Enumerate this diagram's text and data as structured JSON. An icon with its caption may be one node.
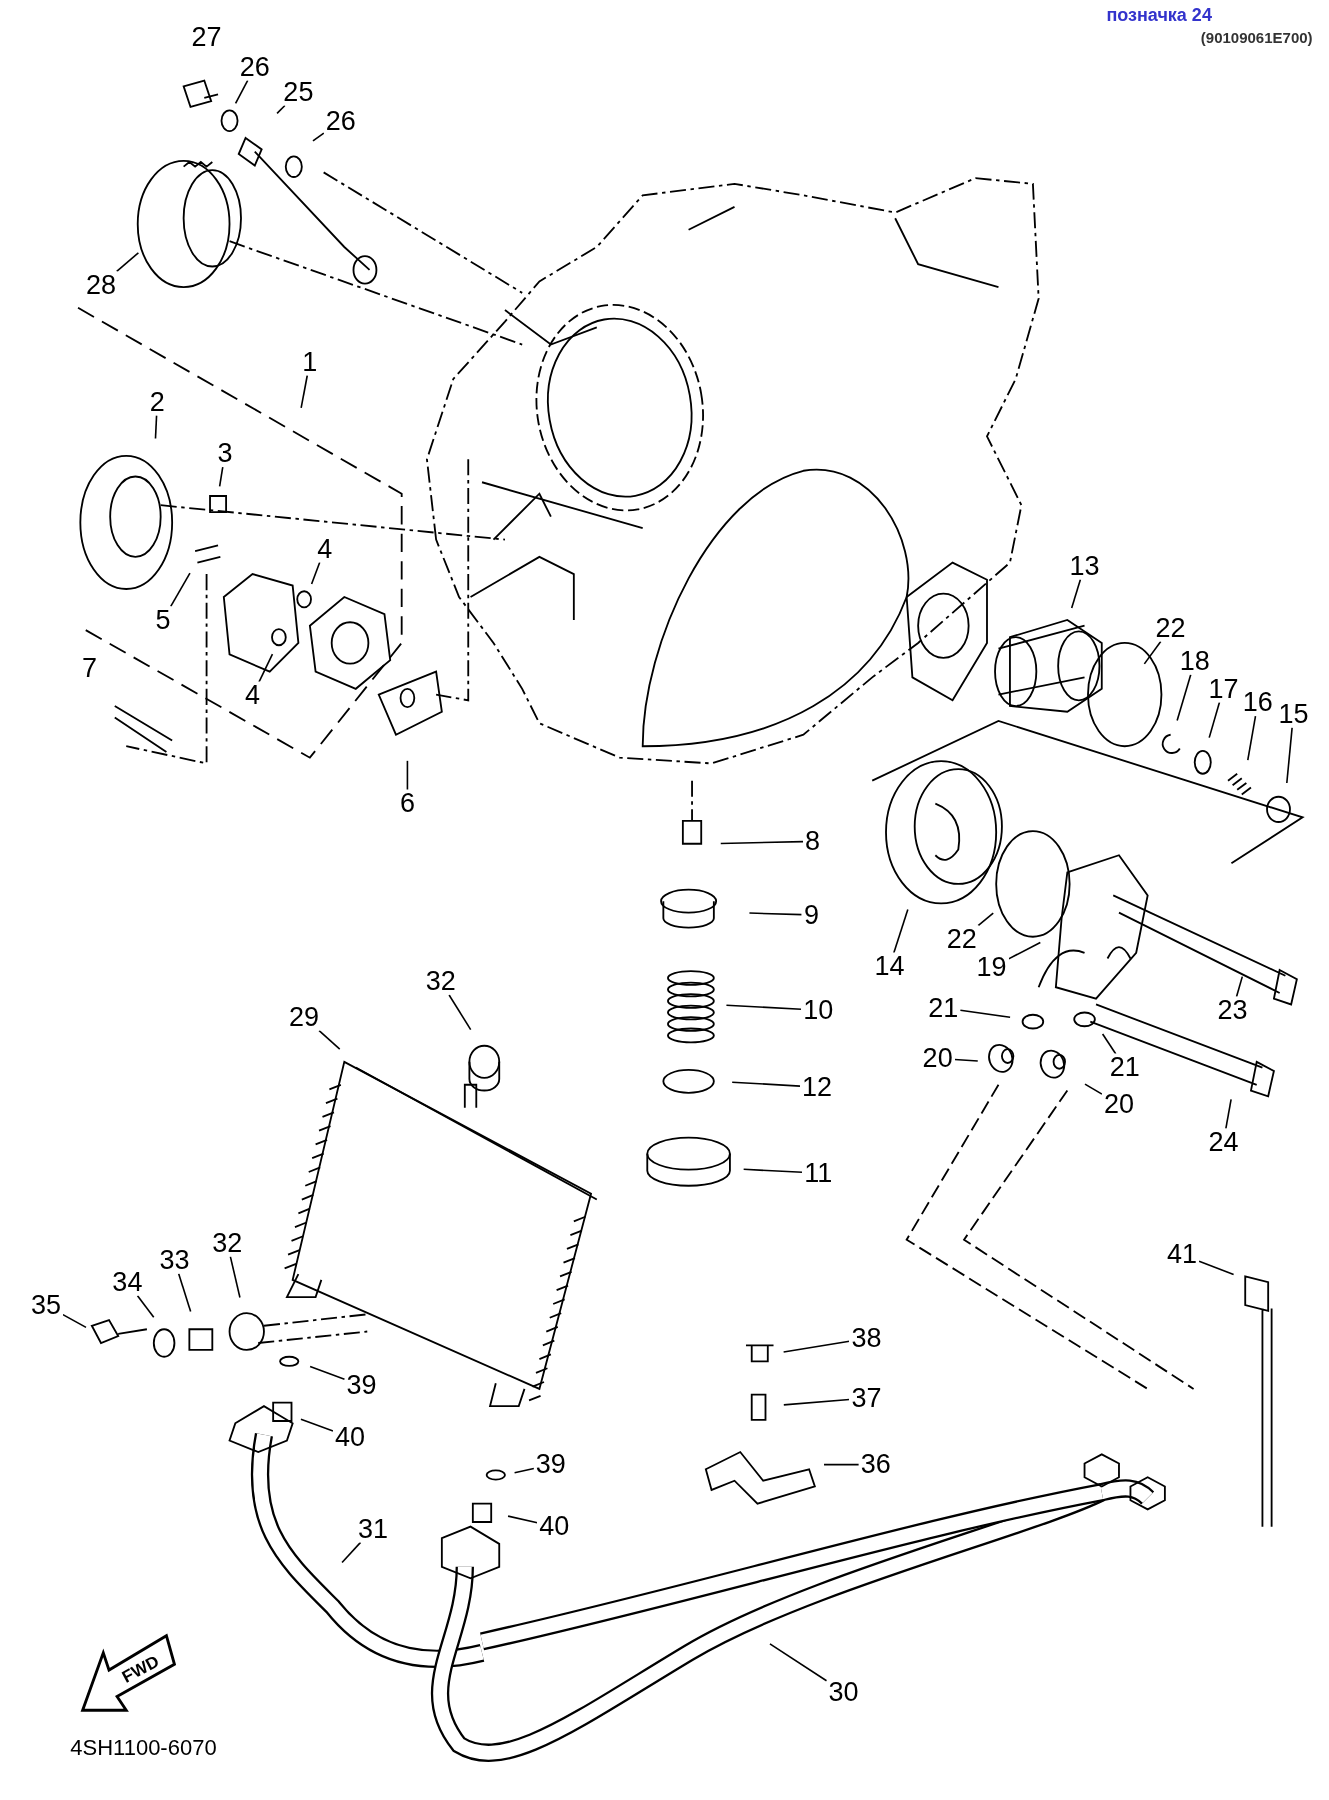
{
  "diagram": {
    "nodes": [
      {
        "text": [
          "26"
        ]
      },
      {
        "text": [
          "25"
        ]
      },
      {
        "text": [
          "26"
        ]
      },
      {
        "text": [
          "28"
        ]
      },
      {
        "text": [
          "1"
        ]
      },
      {
        "text": [
          "2"
        ]
      },
      {
        "text": [
          "3"
        ]
      },
      {
        "text": [
          "4"
        ]
      },
      {
        "text": [
          "5"
        ]
      },
      {
        "text": [
          "4"
        ]
      },
      {
        "text": [
          "6"
        ]
      },
      {
        "text": [
          "13"
        ]
      },
      {
        "text": [
          "22"
        ]
      },
      {
        "text": [
          "18"
        ]
      },
      {
        "text": [
          "17"
        ]
      },
      {
        "text": [
          "16"
        ]
      },
      {
        "text": [
          "15"
        ]
      },
      {
        "text": [
          "8"
        ]
      },
      {
        "text": [
          "9"
        ]
      },
      {
        "text": [
          "10"
        ]
      },
      {
        "text": [
          "12"
        ]
      },
      {
        "text": [
          "11"
        ]
      },
      {
        "text": [
          "14"
        ]
      },
      {
        "text": [
          "22"
        ]
      },
      {
        "text": [
          "19"
        ]
      },
      {
        "text": [
          "23"
        ]
      },
      {
        "text": [
          "21"
        ]
      },
      {
        "text": [
          "21"
        ]
      },
      {
        "text": [
          "20"
        ]
      },
      {
        "text": [
          "20"
        ]
      },
      {
        "text": [
          "24"
        ]
      },
      {
        "text": [
          "32"
        ]
      },
      {
        "text": [
          "29"
        ]
      },
      {
        "text": [
          "41"
        ]
      },
      {
        "text": [
          "35"
        ]
      },
      {
        "text": [
          "34"
        ]
      },
      {
        "text": [
          "33"
        ]
      },
      {
        "text": [
          "32"
        ]
      },
      {
        "text": [
          "39"
        ]
      },
      {
        "text": [
          "40"
        ]
      },
      {
        "text": [
          "38"
        ]
      },
      {
        "text": [
          "37"
        ]
      },
      {
        "text": [
          "36"
        ]
      },
      {
        "text": [
          "39"
        ]
      },
      {
        "text": [
          "40"
        ]
      },
      {
        "text": [
          "31"
        ]
      },
      {
        "text": [
          "30"
        ]
      }
    ],
    "edges": [
      {
        "from": 0,
        "to": null,
        "arrow": "none"
      },
      {
        "from": 1,
        "to": null,
        "arrow": "none"
      },
      {
        "from": 2,
        "to": null,
        "arrow": "none"
      },
      {
        "from": 3,
        "to": null,
        "arrow": "none"
      },
      {
        "from": 4,
        "to": null,
        "arrow": "none"
      },
      {
        "from": 5,
        "to": null,
        "arrow": "none"
      },
      {
        "from": 6,
        "to": null,
        "arrow": "none"
      },
      {
        "from": 7,
        "to": null,
        "arrow": "none"
      },
      {
        "from": 8,
        "to": null,
        "arrow": "none"
      },
      {
        "from": 9,
        "to": null,
        "arrow": "none"
      },
      {
        "from": 10,
        "to": null,
        "arrow": "none"
      },
      {
        "from": 11,
        "to": null,
        "arrow": "none"
      },
      {
        "from": 12,
        "to": null,
        "arrow": "none"
      },
      {
        "from": 13,
        "to": null,
        "arrow": "none"
      },
      {
        "from": 14,
        "to": null,
        "arrow": "none"
      },
      {
        "from": 15,
        "to": null,
        "arrow": "none"
      },
      {
        "from": 16,
        "to": null,
        "arrow": "none"
      },
      {
        "from": 17,
        "to": null,
        "arrow": "none"
      },
      {
        "from": 18,
        "to": null,
        "arrow": "none"
      },
      {
        "from": 19,
        "to": null,
        "arrow": "none"
      },
      {
        "from": 20,
        "to": null,
        "arrow": "none"
      },
      {
        "from": 21,
        "to": null,
        "arrow": "none"
      },
      {
        "from": 22,
        "to": null,
        "arrow": "none"
      },
      {
        "from": 23,
        "to": null,
        "arrow": "none"
      },
      {
        "from": 24,
        "to": null,
        "arrow": "none"
      },
      {
        "from": 25,
        "to": null,
        "arrow": "none"
      },
      {
        "from": 26,
        "to": null,
        "arrow": "none"
      },
      {
        "from": 27,
        "to": null,
        "arrow": "none"
      },
      {
        "from": 28,
        "to": null,
        "arrow": "none"
      },
      {
        "from": 29,
        "to": null,
        "arrow": "none"
      },
      {
        "from": 30,
        "to": null,
        "arrow": "none"
      },
      {
        "from": 31,
        "to": null,
        "arrow": "none"
      },
      {
        "from": 32,
        "to": null,
        "arrow": "none"
      },
      {
        "from": 33,
        "to": null,
        "arrow": "none"
      },
      {
        "from": 34,
        "to": null,
        "arrow": "none"
      },
      {
        "from": 35,
        "to": null,
        "arrow": "none"
      },
      {
        "from": 36,
        "to": null,
        "arrow": "none"
      },
      {
        "from": 37,
        "to": null,
        "arrow": "none"
      },
      {
        "from": 38,
        "to": null,
        "arrow": "none"
      },
      {
        "from": 39,
        "to": null,
        "arrow": "none"
      },
      {
        "from": 40,
        "to": null,
        "arrow": "none"
      },
      {
        "from": 41,
        "to": null,
        "arrow": "none"
      },
      {
        "from": 42,
        "to": null,
        "arrow": "none"
      },
      {
        "from": 43,
        "to": null,
        "arrow": "none"
      },
      {
        "from": 44,
        "to": null,
        "arrow": "none"
      },
      {
        "from": 45,
        "to": null,
        "arrow": "none"
      },
      {
        "from": 46,
        "to": null,
        "arrow": "none"
      }
    ],
    "labels": [
      "позначка 24",
      "(90109061E700)",
      "27",
      "7",
      "FWD",
      "4SH1100-6070"
    ]
  }
}
